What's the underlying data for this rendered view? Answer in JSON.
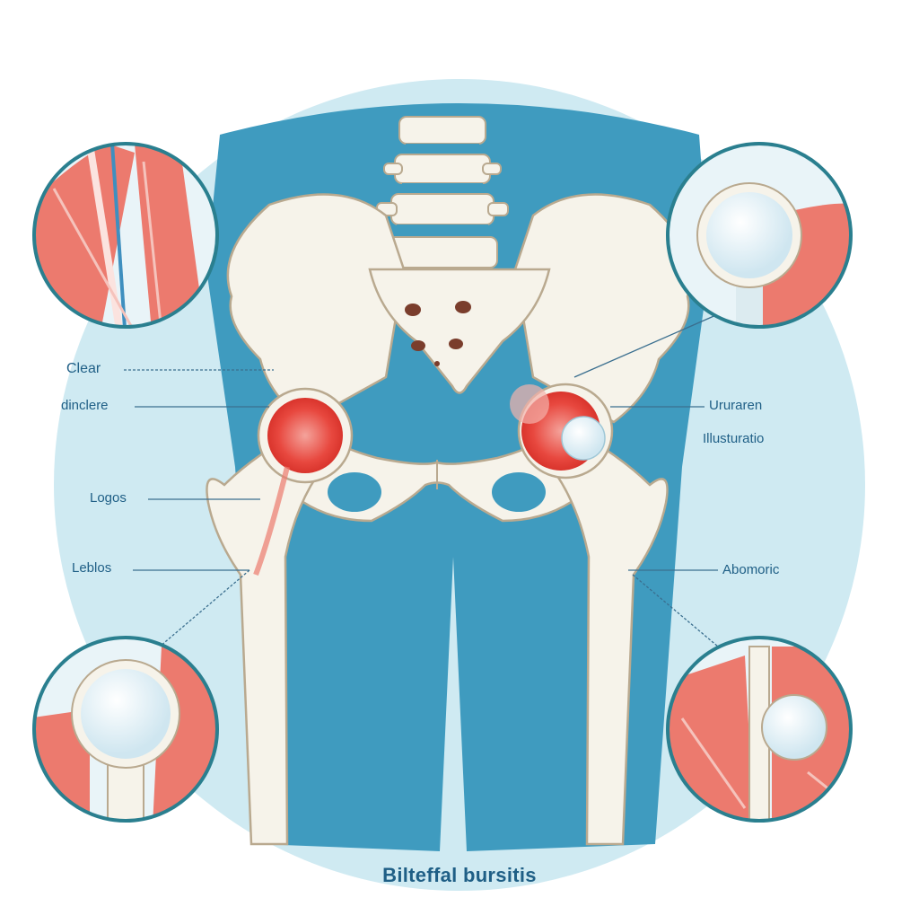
{
  "labels": {
    "left_1": "Clear",
    "left_2": "dinclere",
    "left_3": "Logos",
    "left_4": "Leblos",
    "right_1": "Ururaren",
    "right_2": "Illusturatio",
    "right_3": "Abomoric"
  },
  "caption": "Bilteffal bursitis",
  "colors": {
    "background_circle": "#cfeaf2",
    "body_blue": "#3f9bbf",
    "bone": "#f6f3ea",
    "bone_outline": "#b9a98f",
    "inflamed": "#e8483f",
    "muscle": "#ec7a6e",
    "label_text": "#1f5f86",
    "inset_border": "#2a7f8f"
  },
  "icons": [
    "pelvis-illustration",
    "spine-icon",
    "femur-icon",
    "bursa-icon",
    "muscle-inset-icon"
  ]
}
